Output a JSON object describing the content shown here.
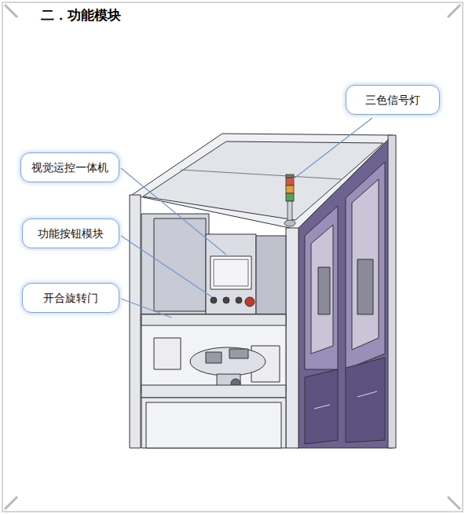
{
  "diagram": {
    "title": "二．功能模块",
    "nodes": [
      {
        "text": [
          "三色信号灯"
        ]
      },
      {
        "text": [
          "视觉运控一体机"
        ]
      },
      {
        "text": [
          "功能按钮模块"
        ]
      },
      {
        "text": [
          "开合旋转门"
        ]
      }
    ],
    "edges": []
  }
}
